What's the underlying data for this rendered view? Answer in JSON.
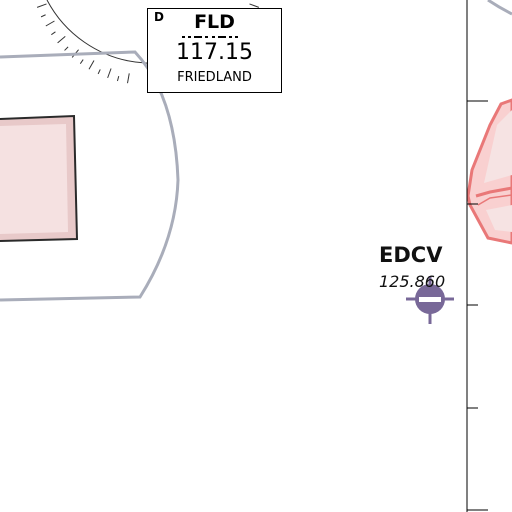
{
  "colors": {
    "background": "#ffffff",
    "airspace_line": "#a9adba",
    "restricted_fill": "#f5e1e1",
    "restricted_inner": "#e8c9c9",
    "restricted_outline": "#2a2a2a",
    "danger_zone_fill": "#f9d0d0",
    "danger_zone_line": "#e97878",
    "airfield_symbol": "#786898",
    "grid_line": "#000000",
    "compass_rose": "#333333"
  },
  "vor": {
    "class_letter": "D",
    "ident": "FLD",
    "frequency": "117.15",
    "name": "FRIEDLAND",
    "icon": "compass-rose-icon"
  },
  "aerodrome": {
    "ident": "EDCV",
    "frequency": "125.860",
    "icon": "airfield-icon"
  }
}
